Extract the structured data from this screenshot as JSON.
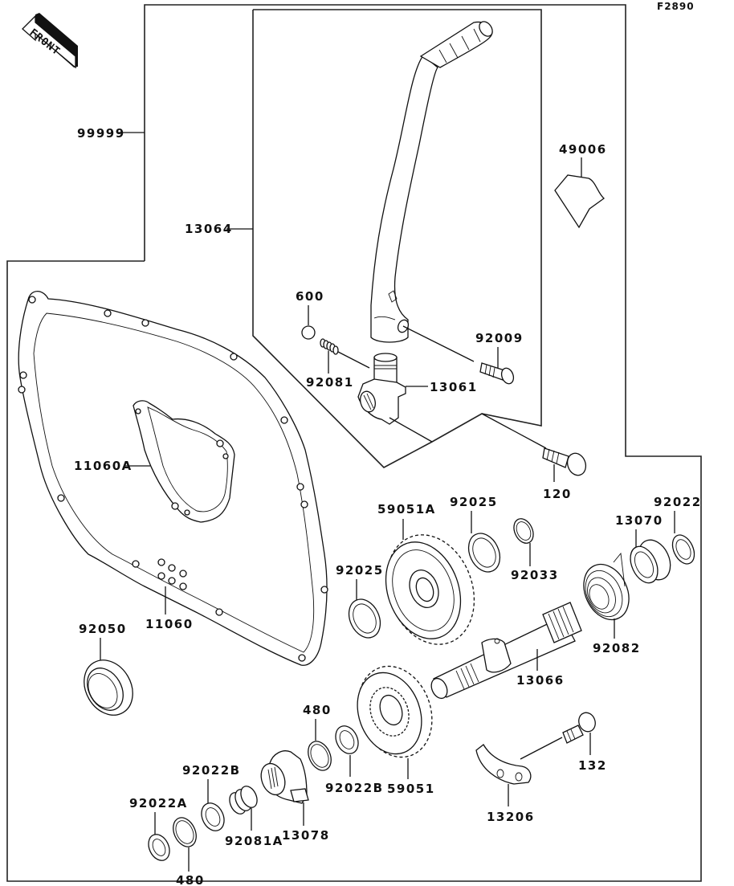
{
  "diagram": {
    "code": "F2890",
    "front_badge": "FRONT",
    "subject": "Kickstarter mechanism exploded parts diagram",
    "groups": {
      "kit": "99999",
      "pedal_assy": "13064"
    },
    "parts": [
      {
        "id": "p99999",
        "number": "99999",
        "description": "kit (outer group)"
      },
      {
        "id": "p13064",
        "number": "13064",
        "description": "kick pedal assembly (inner group)"
      },
      {
        "id": "p49006",
        "number": "49006",
        "description": "pedal rubber"
      },
      {
        "id": "p600",
        "number": "600",
        "description": "ball"
      },
      {
        "id": "p92081",
        "number": "92081",
        "description": "spring"
      },
      {
        "id": "p92009",
        "number": "92009",
        "description": "screw"
      },
      {
        "id": "p13061",
        "number": "13061",
        "description": "pedal boss"
      },
      {
        "id": "p120",
        "number": "120",
        "description": "bolt"
      },
      {
        "id": "p11060A",
        "number": "11060A",
        "description": "inner cover gasket"
      },
      {
        "id": "p11060",
        "number": "11060",
        "description": "cover gasket"
      },
      {
        "id": "p92050",
        "number": "92050",
        "description": "oil seal"
      },
      {
        "id": "p59051A",
        "number": "59051A",
        "description": "idle gear"
      },
      {
        "id": "p92025a",
        "number": "92025",
        "description": "washer (upper)"
      },
      {
        "id": "p92025b",
        "number": "92025",
        "description": "washer (lower)"
      },
      {
        "id": "p92033",
        "number": "92033",
        "description": "circlip"
      },
      {
        "id": "p92022",
        "number": "92022",
        "description": "washer"
      },
      {
        "id": "p13070",
        "number": "13070",
        "description": "spring guide"
      },
      {
        "id": "p92082",
        "number": "92082",
        "description": "return spring"
      },
      {
        "id": "p13066",
        "number": "13066",
        "description": "kick shaft"
      },
      {
        "id": "p59051",
        "number": "59051",
        "description": "kick gear"
      },
      {
        "id": "p480a",
        "number": "480",
        "description": "circlip (upper)"
      },
      {
        "id": "p92022B_a",
        "number": "92022B",
        "description": "washer (right)"
      },
      {
        "id": "p92022B_b",
        "number": "92022B",
        "description": "washer (left)"
      },
      {
        "id": "p13078",
        "number": "13078",
        "description": "ratchet"
      },
      {
        "id": "p92081A",
        "number": "92081A",
        "description": "ratchet spring"
      },
      {
        "id": "p92022A",
        "number": "92022A",
        "description": "washer"
      },
      {
        "id": "p480b",
        "number": "480",
        "description": "circlip (lower)"
      },
      {
        "id": "p132",
        "number": "132",
        "description": "flange bolt"
      },
      {
        "id": "p13206",
        "number": "13206",
        "description": "guide plate"
      }
    ]
  }
}
